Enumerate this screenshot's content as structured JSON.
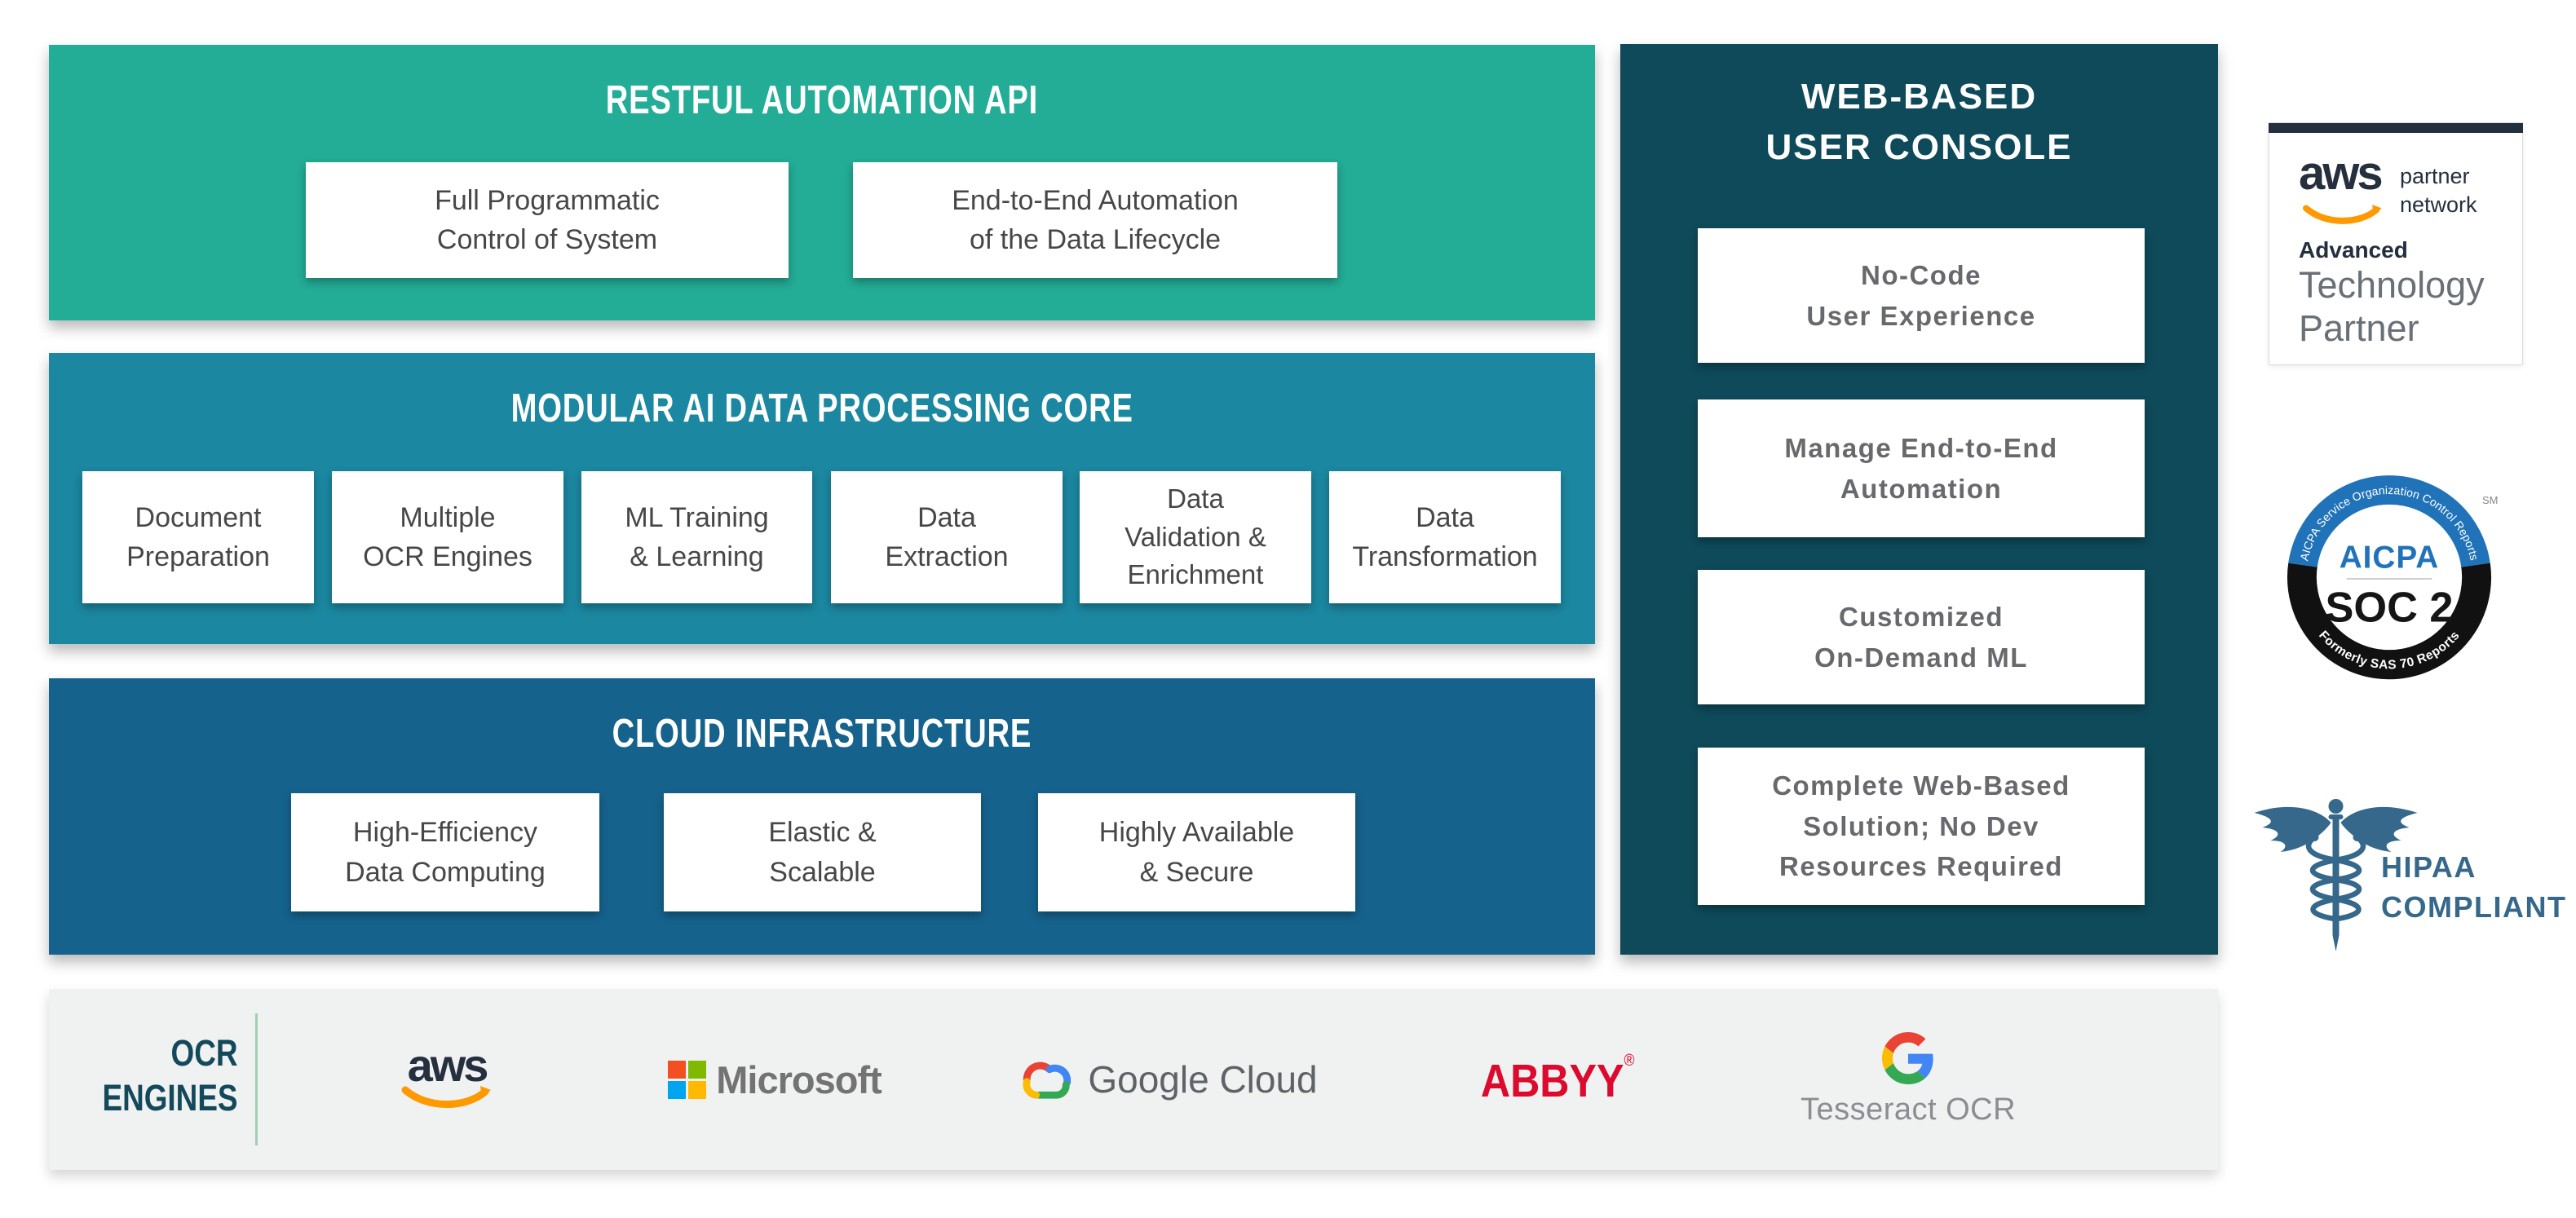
{
  "colors": {
    "api_band": "#23AC96",
    "core_band": "#1B87A0",
    "cloud_band": "#15628D",
    "console_panel": "#0E4A59",
    "strip_bg": "#F0F2F2",
    "ocr_label": "#14495B",
    "aws_navy": "#232F3E",
    "aws_orange": "#FF9900",
    "microsoft_grey": "#737373",
    "ms_red": "#F25022",
    "ms_green": "#7FBA00",
    "ms_blue": "#00A4EF",
    "ms_yellow": "#FFB900",
    "google_grey": "#5F6368",
    "abbyy_red": "#DC0A2D",
    "tesseract_grey": "#8A8E92",
    "soc_blue": "#2173B9",
    "hipaa_blue": "#35688A"
  },
  "api": {
    "title": "RESTFUL AUTOMATION API",
    "boxes": [
      "Full Programmatic\nControl of System",
      "End-to-End Automation\nof the Data Lifecycle"
    ]
  },
  "core": {
    "title": "MODULAR AI DATA PROCESSING CORE",
    "boxes": [
      "Document\nPreparation",
      "Multiple\nOCR Engines",
      "ML Training\n& Learning",
      "Data\nExtraction",
      "Data\nValidation &\nEnrichment",
      "Data\nTransformation"
    ]
  },
  "cloud": {
    "title": "CLOUD INFRASTRUCTURE",
    "boxes": [
      "High-Efficiency\nData Computing",
      "Elastic &\nScalable",
      "Highly Available\n& Secure"
    ]
  },
  "console": {
    "title": "WEB-BASED\nUSER CONSOLE",
    "boxes": [
      "No-Code\nUser Experience",
      "Manage End-to-End\nAutomation",
      "Customized\nOn-Demand ML",
      "Complete Web-Based\nSolution; No Dev\nResources Required"
    ]
  },
  "ocr": {
    "label": "OCR\nENGINES",
    "aws": "aws",
    "microsoft": "Microsoft",
    "google": "Google Cloud",
    "abbyy": "ABBYY",
    "abbyy_reg": "®",
    "tesseract": "Tesseract OCR"
  },
  "aws_badge": {
    "logo": "aws",
    "network": "partner\nnetwork",
    "tier": "Advanced",
    "type": "Technology\nPartner"
  },
  "soc2": {
    "arc_top": "AICPA Service Organization Control Reports",
    "arc_bottom": "Formerly SAS 70 Reports",
    "org": "AICPA",
    "cert": "SOC 2",
    "mark": "SM"
  },
  "hipaa": {
    "label": "HIPAA\nCOMPLIANT"
  }
}
